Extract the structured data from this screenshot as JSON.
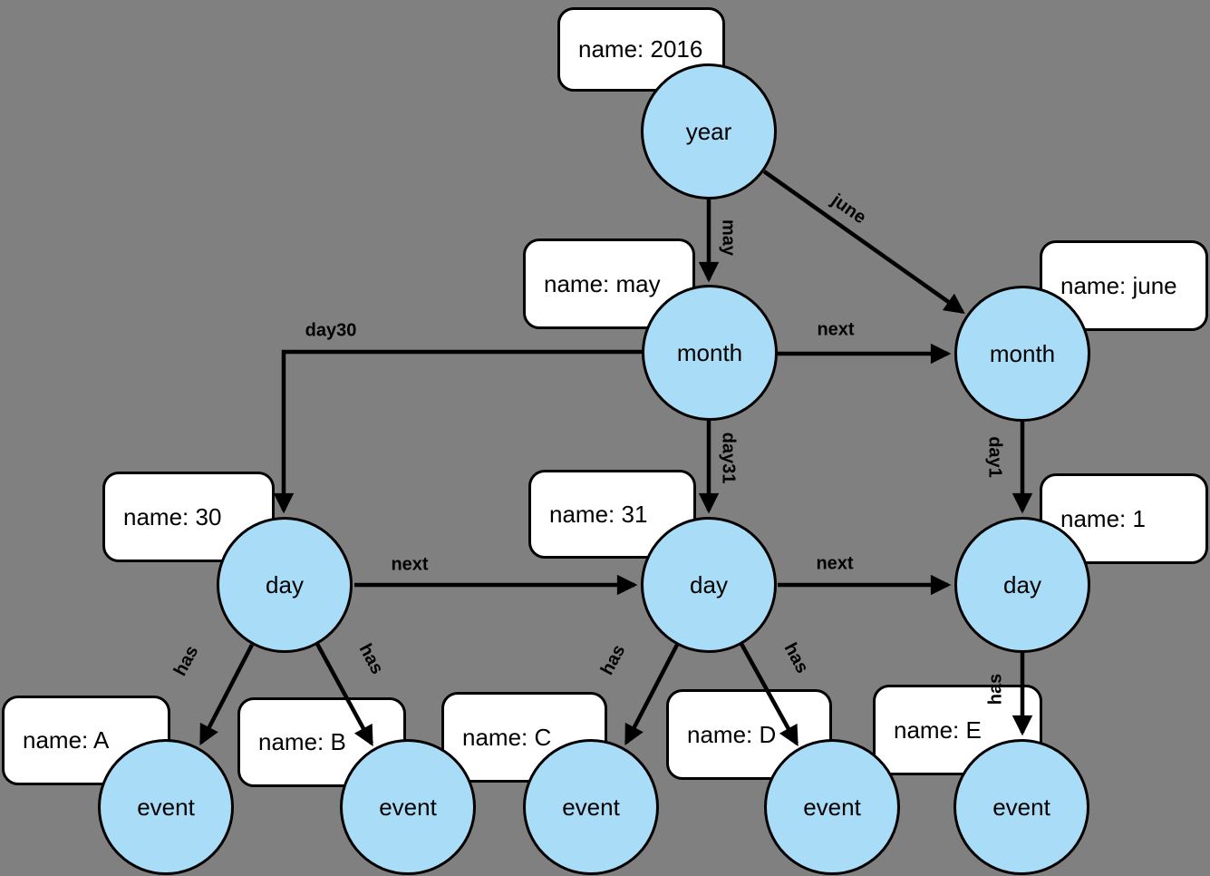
{
  "diagram": {
    "title": "time-tree graph (year / month / day / event)",
    "background_color": "#808080",
    "node_fill_color": "#a9dcf7",
    "node_border_color": "#000000",
    "property_box_fill_color": "#ffffff",
    "edge_color": "#000000"
  },
  "nodes": [
    {
      "id": "year",
      "label": "year"
    },
    {
      "id": "month-may",
      "label": "month"
    },
    {
      "id": "month-june",
      "label": "month"
    },
    {
      "id": "day-30",
      "label": "day"
    },
    {
      "id": "day-31",
      "label": "day"
    },
    {
      "id": "day-1",
      "label": "day"
    },
    {
      "id": "event-a",
      "label": "event"
    },
    {
      "id": "event-b",
      "label": "event"
    },
    {
      "id": "event-c",
      "label": "event"
    },
    {
      "id": "event-d",
      "label": "event"
    },
    {
      "id": "event-e",
      "label": "event"
    }
  ],
  "property_boxes": [
    {
      "for": "year",
      "text": "name: 2016"
    },
    {
      "for": "month-may",
      "text": "name: may"
    },
    {
      "for": "month-june",
      "text": "name: june"
    },
    {
      "for": "day-30",
      "text": "name: 30"
    },
    {
      "for": "day-31",
      "text": "name: 31"
    },
    {
      "for": "day-1",
      "text": "name: 1"
    },
    {
      "for": "event-a",
      "text": "name: A"
    },
    {
      "for": "event-b",
      "text": "name: B"
    },
    {
      "for": "event-c",
      "text": "name: C"
    },
    {
      "for": "event-d",
      "text": "name: D"
    },
    {
      "for": "event-e",
      "text": "name: E"
    }
  ],
  "edges": [
    {
      "from": "year",
      "to": "month-may",
      "label": "may"
    },
    {
      "from": "year",
      "to": "month-june",
      "label": "june"
    },
    {
      "from": "month-may",
      "to": "month-june",
      "label": "next"
    },
    {
      "from": "month-may",
      "to": "day-30",
      "label": "day30"
    },
    {
      "from": "month-may",
      "to": "day-31",
      "label": "day31"
    },
    {
      "from": "month-june",
      "to": "day-1",
      "label": "day1"
    },
    {
      "from": "day-30",
      "to": "day-31",
      "label": "next"
    },
    {
      "from": "day-31",
      "to": "day-1",
      "label": "next"
    },
    {
      "from": "day-30",
      "to": "event-a",
      "label": "has"
    },
    {
      "from": "day-30",
      "to": "event-b",
      "label": "has"
    },
    {
      "from": "day-31",
      "to": "event-c",
      "label": "has"
    },
    {
      "from": "day-31",
      "to": "event-d",
      "label": "has"
    },
    {
      "from": "day-1",
      "to": "event-e",
      "label": "has"
    }
  ]
}
